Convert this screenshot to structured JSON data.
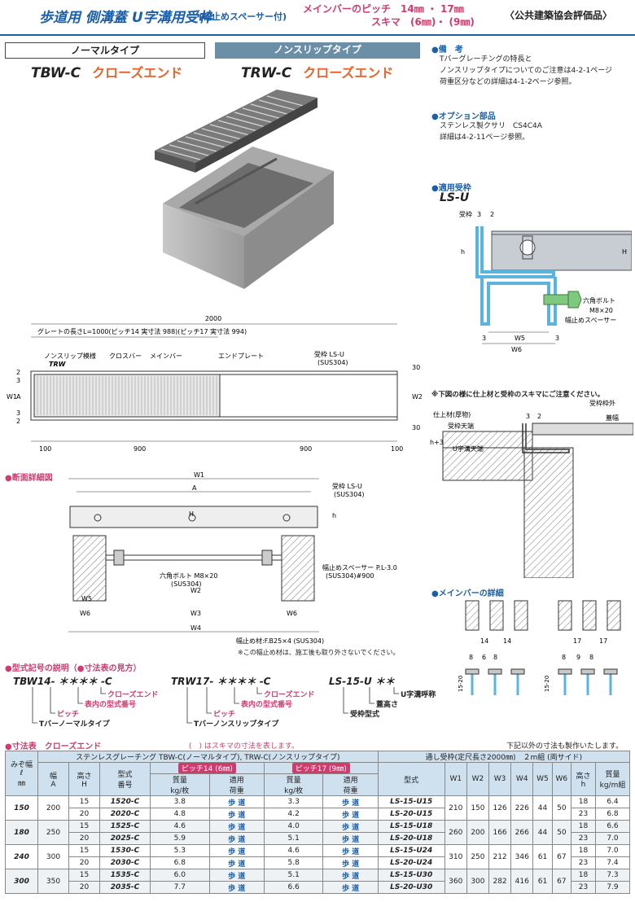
{
  "header": {
    "title": "歩道用 側溝蓋 U字溝用受枠",
    "subtitle": "(幅止めスペーサー付)",
    "pitch": "メインバーのピッチ　14㎜ ・ 17㎜",
    "gap": "スキマ　(6㎜)・ (9㎜)",
    "eval": "〈公共建築協会評価品〉"
  },
  "types": {
    "normal_label": "ノーマルタイプ",
    "nonslip_label": "ノンスリップタイプ",
    "tbw": "TBW-C",
    "trw": "TRW-C",
    "closed_end": "クローズエンド"
  },
  "notes": {
    "biko_title": "●備　考",
    "biko_lines": [
      "Tバーグレーチングの特長と",
      "ノンスリップタイプについてのご注意は4-2-1ページ",
      "荷重区分などの詳細は4-1-2ページ参照。"
    ],
    "option_title": "●オプション部品",
    "option_lines": [
      "ステンレス製クサリ　CS4C4A",
      "詳細は4-2-11ページ参照。"
    ],
    "frame_title": "●適用受枠",
    "frame_model": "LS-U",
    "gap_note": "※下図の様に仕上材と受枠のスキマにご注意ください。",
    "mainbar_title": "●メインバーの詳細",
    "section_title": "●断面詳細図",
    "code_title": "●型式記号の説明（●寸法表の見方）",
    "table_title": "●寸法表　クローズエンド",
    "table_note_paren": "(　) はスキマの寸法を表します。",
    "table_note_right": "下記以外の寸法も製作いたします。",
    "spacer_note": "※この幅止め材は、施工後も取り外さないでください。"
  },
  "plan": {
    "len2000": "2000",
    "grate_len": "グレートの長さL=1000(ピッチ14 実寸法 988)(ピッチ17 実寸法 994)",
    "nonslip": "ノンスリップ模様",
    "trw": "TRW",
    "crossbar": "クロスバー",
    "mainbar": "メインバー",
    "endplate": "エンドプレート",
    "frame": "受枠 LS-U",
    "sus": "(SUS304)",
    "d100a": "100",
    "d900a": "900",
    "d900b": "900",
    "d100b": "100",
    "w1": "W1",
    "a": "A",
    "w2": "W2",
    "d2a": "2",
    "d3a": "3",
    "d3b": "3",
    "d2b": "2",
    "d30a": "30",
    "d30b": "30"
  },
  "section": {
    "w1": "W1",
    "a": "A",
    "frame": "受枠 LS-U",
    "sus": "(SUS304)",
    "bolt": "六角ボルト M8×20",
    "bolt_sus": "(SUS304)",
    "spacer": "幅止めスペーサー P.L-3.0",
    "spacer_sus": "(SUS304)#900",
    "w2": "W2",
    "w3": "W3",
    "w4": "W4",
    "w5": "W5",
    "w6a": "W6",
    "w6b": "W6",
    "stop": "幅止め材:F.B25×4 (SUS304)",
    "h": "H",
    "h2": "h"
  },
  "frame_detail": {
    "label": "受枠",
    "d3": "3",
    "d2": "2",
    "h": "h",
    "H": "H",
    "bolt": "六角ボルト",
    "bolt_size": "M8×20",
    "spacer": "幅止めスペーサー",
    "w5": "W5",
    "w6": "W6",
    "d3b": "3",
    "d3c": "3"
  },
  "gap_detail": {
    "finish": "仕上材(厚物)",
    "frame_top": "受枠天端",
    "u_top": "U字溝天端",
    "frame_out": "受枠枠外",
    "lid_w": "蓋幅",
    "h3": "h+3",
    "d3": "3",
    "d2": "2"
  },
  "mainbar": {
    "p14": "14",
    "p17": "17",
    "a8": "8",
    "a6": "6",
    "b8": "8",
    "b9": "9",
    "h1520": "15-20"
  },
  "codes": {
    "tbw_code": "TBW14- ＊＊＊＊ -C",
    "trw_code": "TRW17- ＊＊＊＊ -C",
    "ls_code": "LS-15-U ＊＊",
    "closed": "クローズエンド",
    "model_no": "表内の型式番号",
    "pitch": "ピッチ",
    "t_normal": "Tバーノーマルタイプ",
    "t_nonslip": "Tバーノンスリップタイプ",
    "u_name": "U字溝呼称",
    "lid_h": "蓋高さ",
    "frame_type": "受枠型式"
  },
  "table": {
    "h_width": "みぞ幅",
    "h_l": "ℓ",
    "h_mm": "㎜",
    "h_grating": "ステンレスグレーチング TBW-C(ノーマルタイプ), TRW-C(ノンスリップタイプ)",
    "h_frame": "通し受枠(定尺長さ2000㎜)　２m組 (両サイド)",
    "h_A": "幅",
    "h_A2": "A",
    "h_H": "高さ",
    "h_H2": "H",
    "h_model": "型式",
    "h_model2": "番号",
    "pitch14": "ピッチ14 (6㎜)",
    "pitch17": "ピッチ17 (9㎜)",
    "mass": "質量",
    "mass_u": "kg/枚",
    "load": "適用",
    "load2": "荷重",
    "f_model": "型式",
    "W1": "W1",
    "W2": "W2",
    "W3": "W3",
    "W4": "W4",
    "W5": "W5",
    "W6": "W6",
    "f_h": "高さ",
    "f_h2": "h",
    "f_mass": "質量",
    "f_mass_u": "kg/m組",
    "groups": [
      {
        "l": "150",
        "A": "200",
        "rows": [
          {
            "H": "15",
            "model": "1520-C",
            "m14": "3.8",
            "load14": "歩 道",
            "m17": "3.3",
            "load17": "歩 道",
            "fmodel": "LS-15-U15",
            "h": "18",
            "fm": "6.4"
          },
          {
            "H": "20",
            "model": "2020-C",
            "m14": "4.8",
            "load14": "歩 道",
            "m17": "4.2",
            "load17": "歩 道",
            "fmodel": "LS-20-U15",
            "h": "23",
            "fm": "6.8"
          }
        ],
        "W1": "210",
        "W2": "150",
        "W3": "126",
        "W4": "226",
        "W5": "44",
        "W6": "50"
      },
      {
        "l": "180",
        "A": "250",
        "rows": [
          {
            "H": "15",
            "model": "1525-C",
            "m14": "4.6",
            "load14": "歩 道",
            "m17": "4.0",
            "load17": "歩 道",
            "fmodel": "LS-15-U18",
            "h": "18",
            "fm": "6.6"
          },
          {
            "H": "20",
            "model": "2025-C",
            "m14": "5.9",
            "load14": "歩 道",
            "m17": "5.1",
            "load17": "歩 道",
            "fmodel": "LS-20-U18",
            "h": "23",
            "fm": "7.0"
          }
        ],
        "W1": "260",
        "W2": "200",
        "W3": "166",
        "W4": "266",
        "W5": "44",
        "W6": "50"
      },
      {
        "l": "240",
        "A": "300",
        "rows": [
          {
            "H": "15",
            "model": "1530-C",
            "m14": "5.3",
            "load14": "歩 道",
            "m17": "4.6",
            "load17": "歩 道",
            "fmodel": "LS-15-U24",
            "h": "18",
            "fm": "7.0"
          },
          {
            "H": "20",
            "model": "2030-C",
            "m14": "6.8",
            "load14": "歩 道",
            "m17": "5.8",
            "load17": "歩 道",
            "fmodel": "LS-20-U24",
            "h": "23",
            "fm": "7.4"
          }
        ],
        "W1": "310",
        "W2": "250",
        "W3": "212",
        "W4": "346",
        "W5": "61",
        "W6": "67"
      },
      {
        "l": "300",
        "A": "350",
        "rows": [
          {
            "H": "15",
            "model": "1535-C",
            "m14": "6.0",
            "load14": "歩 道",
            "m17": "5.1",
            "load17": "歩 道",
            "fmodel": "LS-15-U30",
            "h": "18",
            "fm": "7.3"
          },
          {
            "H": "20",
            "model": "2035-C",
            "m14": "7.7",
            "load14": "歩 道",
            "m17": "6.6",
            "load17": "歩 道",
            "fmodel": "LS-20-U30",
            "h": "23",
            "fm": "7.9"
          }
        ],
        "W1": "360",
        "W2": "300",
        "W3": "282",
        "W4": "416",
        "W5": "61",
        "W6": "67"
      }
    ]
  }
}
